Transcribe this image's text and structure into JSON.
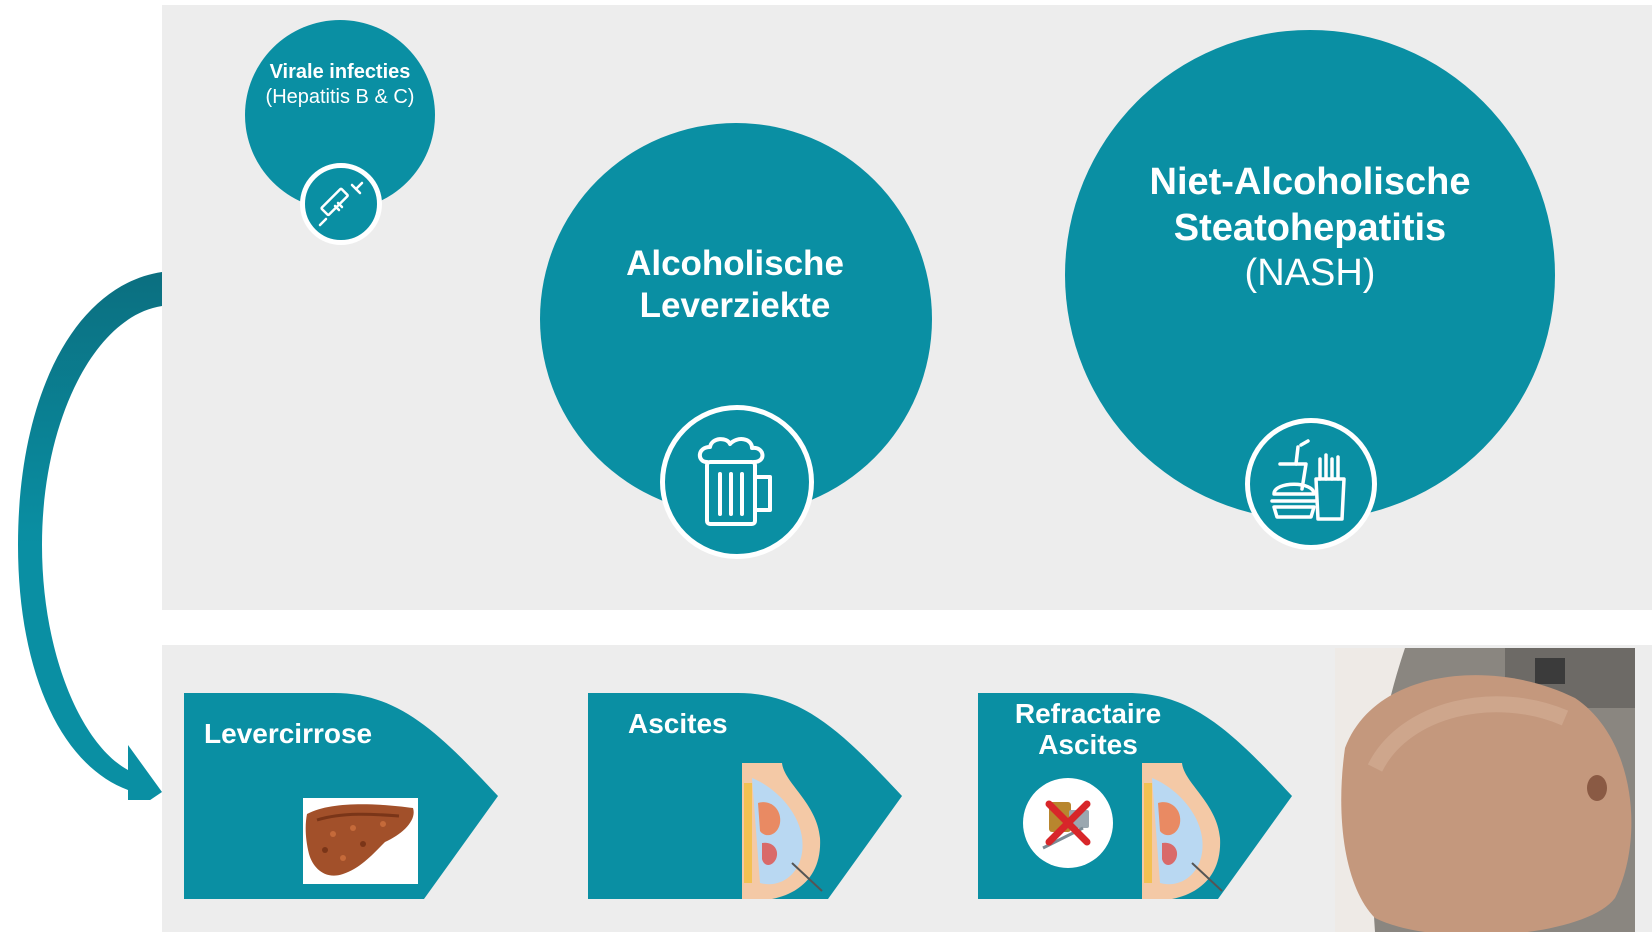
{
  "colors": {
    "teal": "#0a8fa3",
    "dark_teal": "#0b6f80",
    "panel_gray": "#ededed",
    "white": "#ffffff"
  },
  "causes": [
    {
      "title": "Virale infecties",
      "subtitle": "(Hepatitis B & C)",
      "icon": "syringe-icon"
    },
    {
      "title": "Alcoholische Leverziekte",
      "subtitle": "",
      "icon": "beer-mug-icon"
    },
    {
      "title": "Niet-Alcoholische Steatohepatitis",
      "subtitle": "(NASH)",
      "icon": "fast-food-icon"
    }
  ],
  "progression": [
    {
      "label": "Levercirrose",
      "image": "liver-illustration"
    },
    {
      "label": "Ascites",
      "image": "ascites-abdomen-illustration"
    },
    {
      "label": "Refractaire Ascites",
      "image": "ascites-abdomen-illustration",
      "extra_icon": "no-diuretics-icon"
    }
  ],
  "photo": {
    "subject": "distended-abdomen-photo"
  },
  "connector": {
    "from": "causes",
    "to": "progression",
    "icon": "curved-arrow-icon"
  }
}
